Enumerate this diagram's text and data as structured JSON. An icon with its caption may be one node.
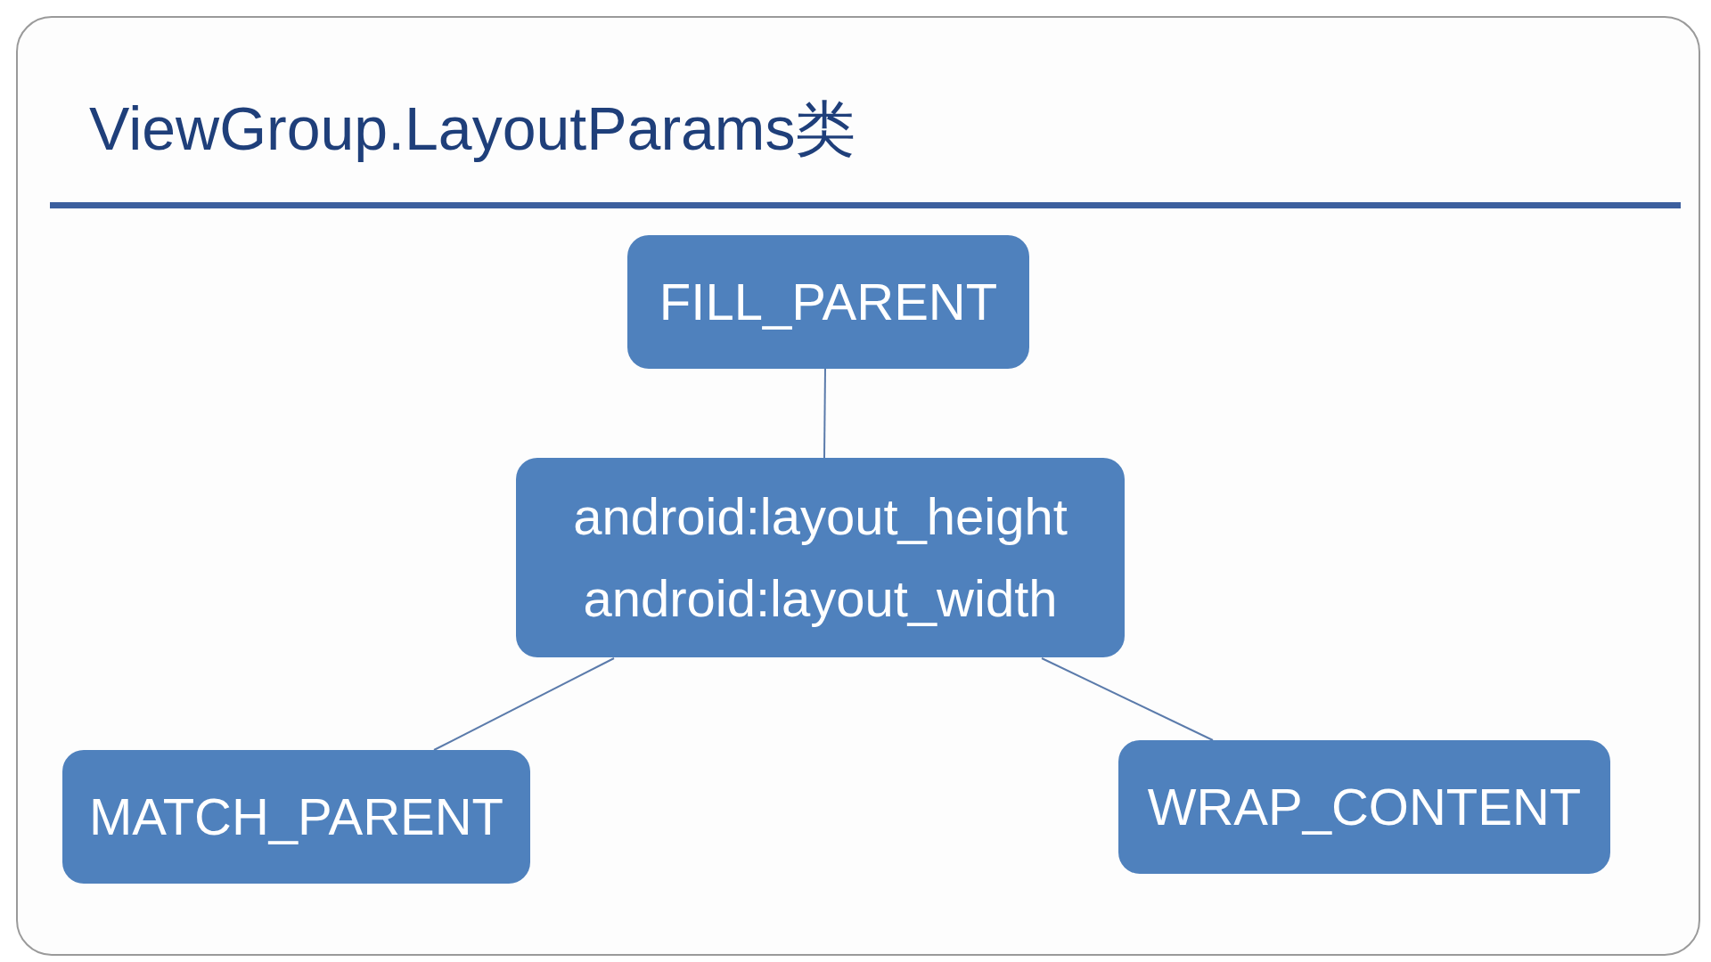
{
  "diagram": {
    "title": "ViewGroup.LayoutParams类",
    "nodes": [
      {
        "text": [
          "FILL_PARENT"
        ]
      },
      {
        "text": [
          "android:layout_height",
          "android:layout_width"
        ]
      },
      {
        "text": [
          "MATCH_PARENT"
        ]
      },
      {
        "text": [
          "WRAP_CONTENT"
        ]
      }
    ],
    "edges": [
      {
        "from": 0,
        "to": 1,
        "arrow": "none"
      },
      {
        "from": 1,
        "to": 2,
        "arrow": "none"
      },
      {
        "from": 1,
        "to": 3,
        "arrow": "none"
      }
    ]
  }
}
